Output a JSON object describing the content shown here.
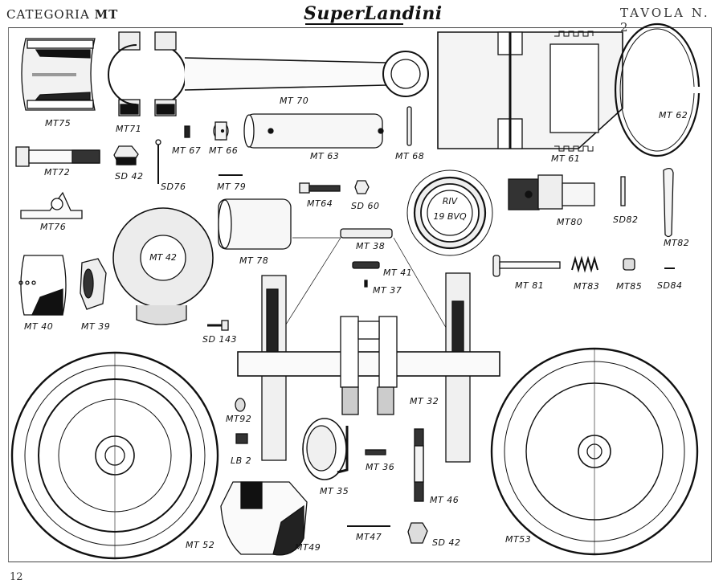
{
  "header": {
    "category_prefix": "CATEGORIA",
    "category_code": "MT",
    "brand": "SuperLandini",
    "plate": "TAVOLA N. 2"
  },
  "footer": {
    "page_number": "12"
  },
  "parts": [
    {
      "id": "MT75",
      "label": "MT75",
      "name": "cylinder-liner"
    },
    {
      "id": "MT71",
      "label": "MT71",
      "name": "connecting-rod-cap"
    },
    {
      "id": "MT70",
      "label": "MT 70",
      "name": "connecting-rod"
    },
    {
      "id": "MT61",
      "label": "MT 61",
      "name": "piston"
    },
    {
      "id": "MT62",
      "label": "MT 62",
      "name": "piston-ring"
    },
    {
      "id": "MT67",
      "label": "MT 67",
      "name": "small-pin"
    },
    {
      "id": "MT66",
      "label": "MT 66",
      "name": "bushing"
    },
    {
      "id": "MT63",
      "label": "MT 63",
      "name": "piston-pin"
    },
    {
      "id": "MT68",
      "label": "MT 68",
      "name": "rod"
    },
    {
      "id": "MT72",
      "label": "MT72",
      "name": "bolt"
    },
    {
      "id": "SD42a",
      "label": "SD 42",
      "name": "castle-nut"
    },
    {
      "id": "SD76",
      "label": "SD76",
      "name": "cotter-pin"
    },
    {
      "id": "MT79",
      "label": "MT 79",
      "name": "wire-pin"
    },
    {
      "id": "MT64",
      "label": "MT64",
      "name": "screw"
    },
    {
      "id": "SD60",
      "label": "SD 60",
      "name": "nut"
    },
    {
      "id": "RIV",
      "label_line1": "RIV",
      "label_line2": "19 BVQ",
      "name": "roller-bearing"
    },
    {
      "id": "MT80",
      "label": "MT80",
      "name": "threaded-fitting"
    },
    {
      "id": "SD82",
      "label": "SD82",
      "name": "taper-pin"
    },
    {
      "id": "MT82",
      "label": "MT82",
      "name": "lever"
    },
    {
      "id": "MT76",
      "label": "MT76",
      "name": "bracket-plate"
    },
    {
      "id": "MT42",
      "label": "MT 42",
      "name": "cover"
    },
    {
      "id": "MT78",
      "label": "MT 78",
      "name": "sleeve"
    },
    {
      "id": "MT38",
      "label": "MT 38",
      "name": "key-long"
    },
    {
      "id": "MT41",
      "label": "MT 41",
      "name": "key-short"
    },
    {
      "id": "MT37",
      "label": "MT 37",
      "name": "dowel"
    },
    {
      "id": "MT81",
      "label": "MT 81",
      "name": "pin"
    },
    {
      "id": "MT83",
      "label": "MT83",
      "name": "spring"
    },
    {
      "id": "MT85",
      "label": "MT85",
      "name": "cap"
    },
    {
      "id": "SD84",
      "label": "SD84",
      "name": "split-pin"
    },
    {
      "id": "MT40",
      "label": "MT 40",
      "name": "counterweight"
    },
    {
      "id": "MT39",
      "label": "MT 39",
      "name": "hex-nut"
    },
    {
      "id": "SD143",
      "label": "SD 143",
      "name": "small-screw"
    },
    {
      "id": "MT32",
      "label": "MT 32",
      "name": "crankshaft"
    },
    {
      "id": "MT92",
      "label": "MT92",
      "name": "plug"
    },
    {
      "id": "LB2",
      "label": "LB 2",
      "name": "grease-nipple"
    },
    {
      "id": "MT35",
      "label": "MT 35",
      "name": "collar"
    },
    {
      "id": "MT36",
      "label": "MT 36",
      "name": "small-spring"
    },
    {
      "id": "MT46",
      "label": "MT 46",
      "name": "stud"
    },
    {
      "id": "MT47",
      "label": "MT47",
      "name": "needle"
    },
    {
      "id": "SD42b",
      "label": "SD 42",
      "name": "castle-nut-2"
    },
    {
      "id": "MT49",
      "label": "MT49",
      "name": "balance-weight"
    },
    {
      "id": "MT52",
      "label": "MT 52",
      "name": "flywheel-left"
    },
    {
      "id": "MT53",
      "label": "MT53",
      "name": "flywheel-right"
    }
  ]
}
